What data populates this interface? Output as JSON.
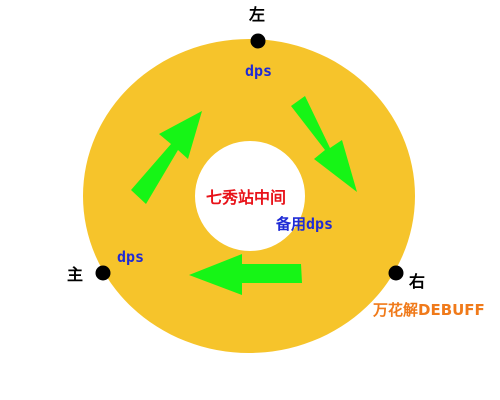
{
  "colors": {
    "ring": "#f6c42b",
    "arrow": "#16f516",
    "dot": "#000000",
    "role_text": "#1f2bd6",
    "center_text": "#e8131a",
    "debuff_text": "#f07a1a"
  },
  "positions": {
    "left": "左",
    "main": "主",
    "right": "右"
  },
  "roles": {
    "top_dps": "dps",
    "left_dps": "dps",
    "backup_dps": "备用dps"
  },
  "center": {
    "label": "七秀站中间"
  },
  "notes": {
    "right_debuff": "万花解DEBUFF"
  },
  "arrows": {
    "icon": "arrow-icon",
    "direction": "clockwise"
  }
}
